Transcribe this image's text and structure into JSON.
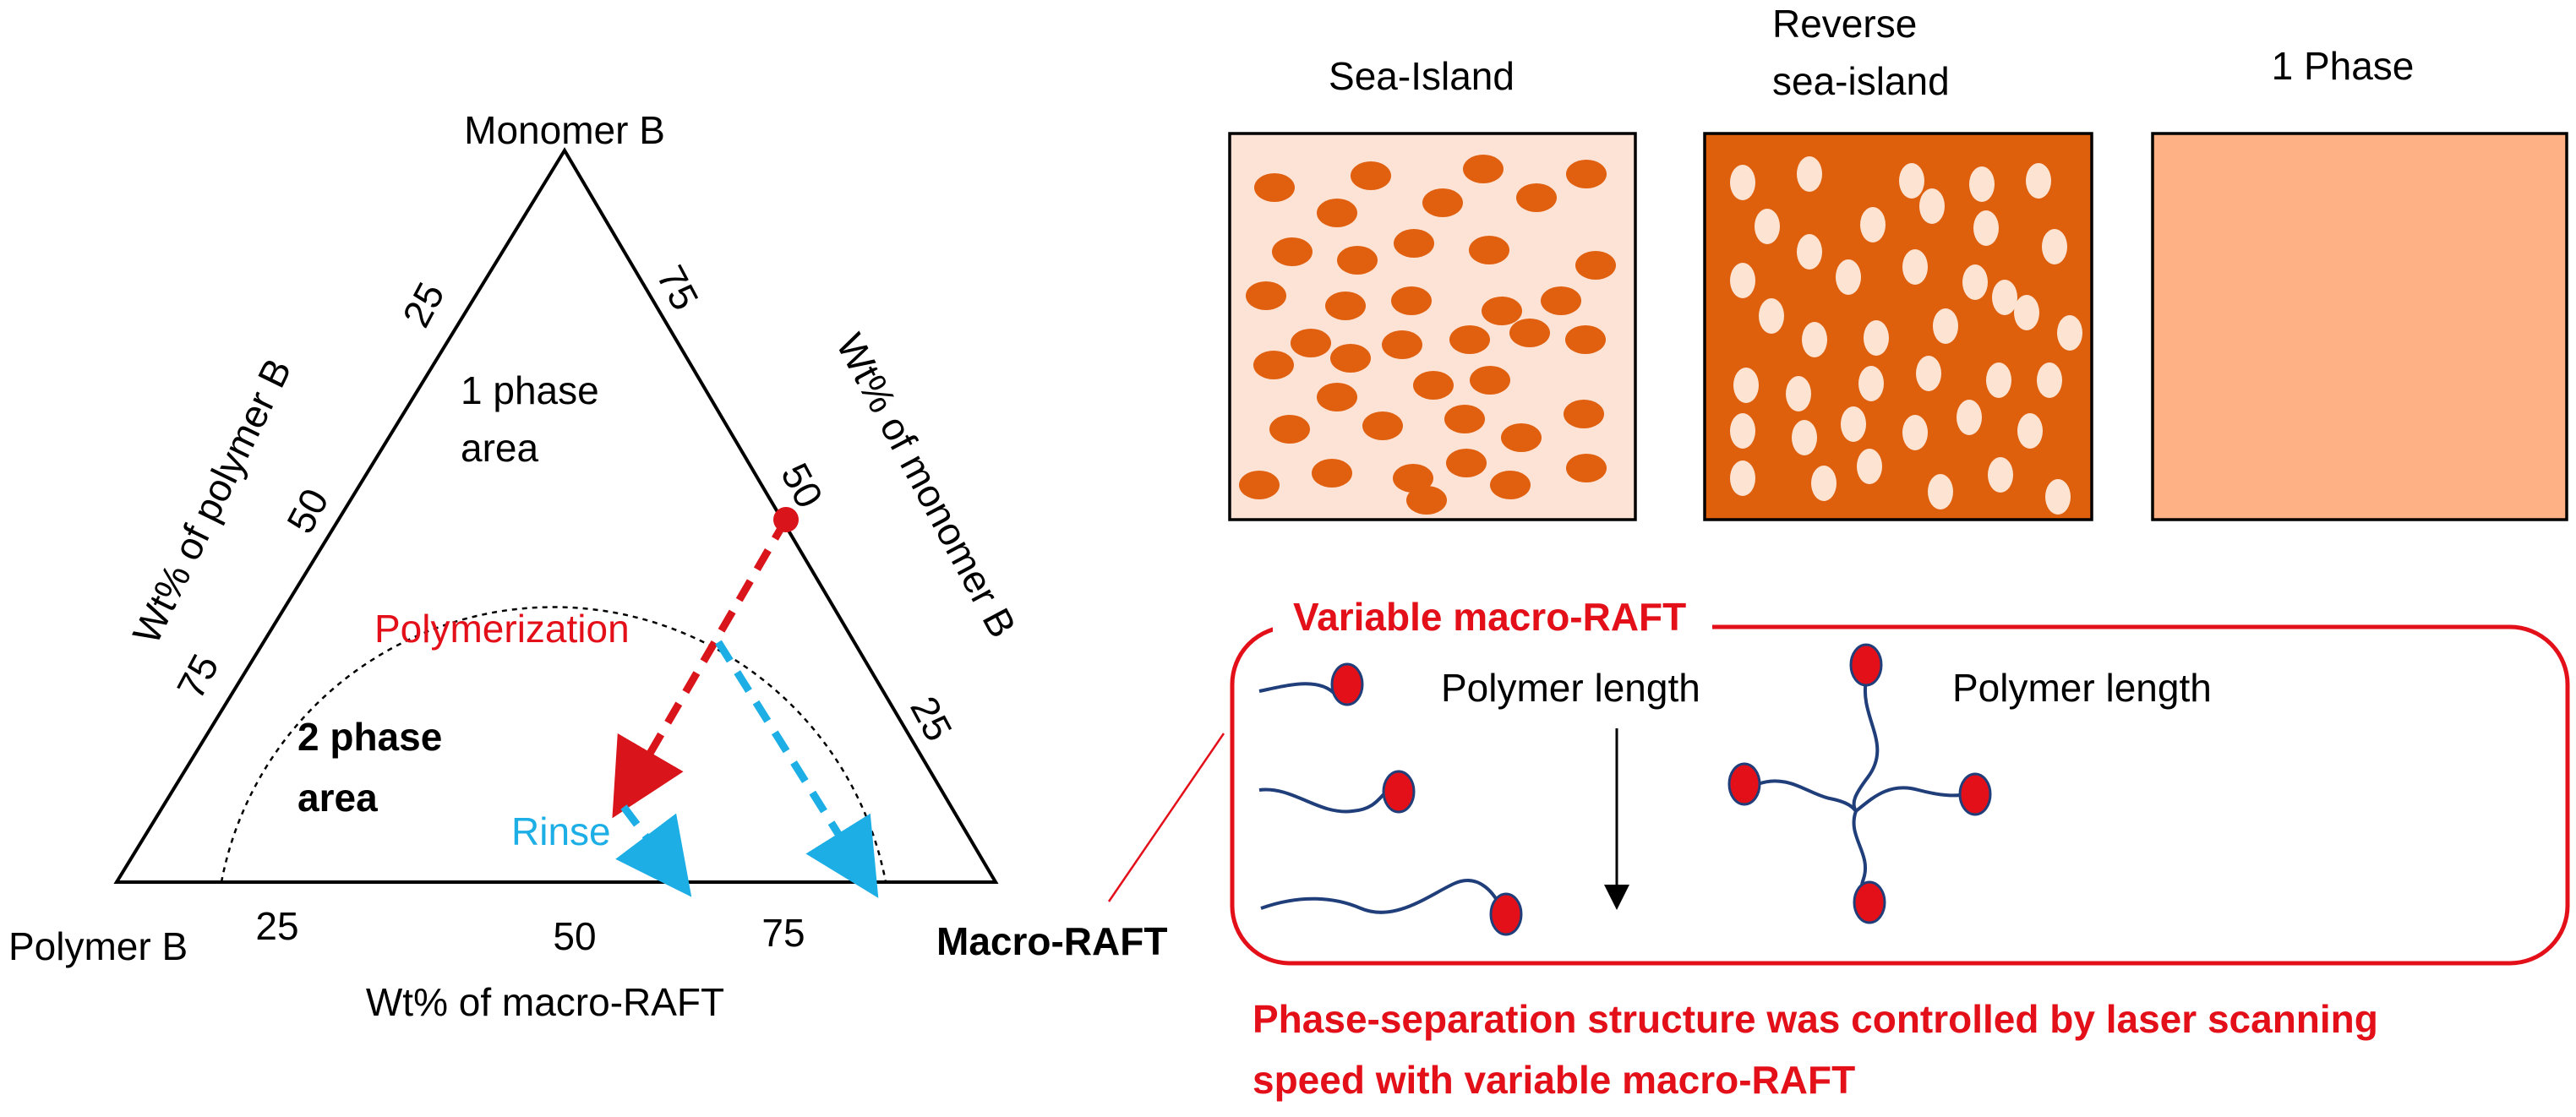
{
  "ternary": {
    "vertex_top": "Monomer B",
    "vertex_left": "Polymer B",
    "vertex_right": "Macro-RAFT",
    "axis_left": "Wt% of polymer B",
    "axis_right": "Wt% of monomer B",
    "axis_bottom": "Wt% of macro-RAFT",
    "ticks_left": [
      "25",
      "50",
      "75"
    ],
    "ticks_right": [
      "75",
      "50",
      "25"
    ],
    "ticks_bottom": [
      "25",
      "50",
      "75"
    ],
    "region_one_phase_line1": "1 phase",
    "region_one_phase_line2": "area",
    "region_two_phase_line1": "2 phase",
    "region_two_phase_line2": "area",
    "arrow_polymerization": "Polymerization",
    "arrow_rinse": "Rinse"
  },
  "morphologies": [
    {
      "title_lines": [
        "Sea-Island"
      ],
      "fill": "#FDE3D6",
      "dot_color": "#E0600F"
    },
    {
      "title_lines": [
        "Reverse",
        "sea-island"
      ],
      "fill": "#DE5F0C",
      "dot_color": "#FCE3D2"
    },
    {
      "title_lines": [
        "1 Phase"
      ],
      "fill": "#FDB184"
    }
  ],
  "macro_raft_box": {
    "title": "Variable macro-RAFT",
    "length_label_left": "Polymer length",
    "length_label_right": "Polymer length"
  },
  "conclusion_line1": "Phase-separation structure was controlled by laser scanning",
  "conclusion_line2": "speed with variable  macro-RAFT",
  "colors": {
    "polymerization": "#D9141B",
    "rinse": "#1CAEE5",
    "chain": "#1F3E7A",
    "end_group": "#E3101A"
  }
}
